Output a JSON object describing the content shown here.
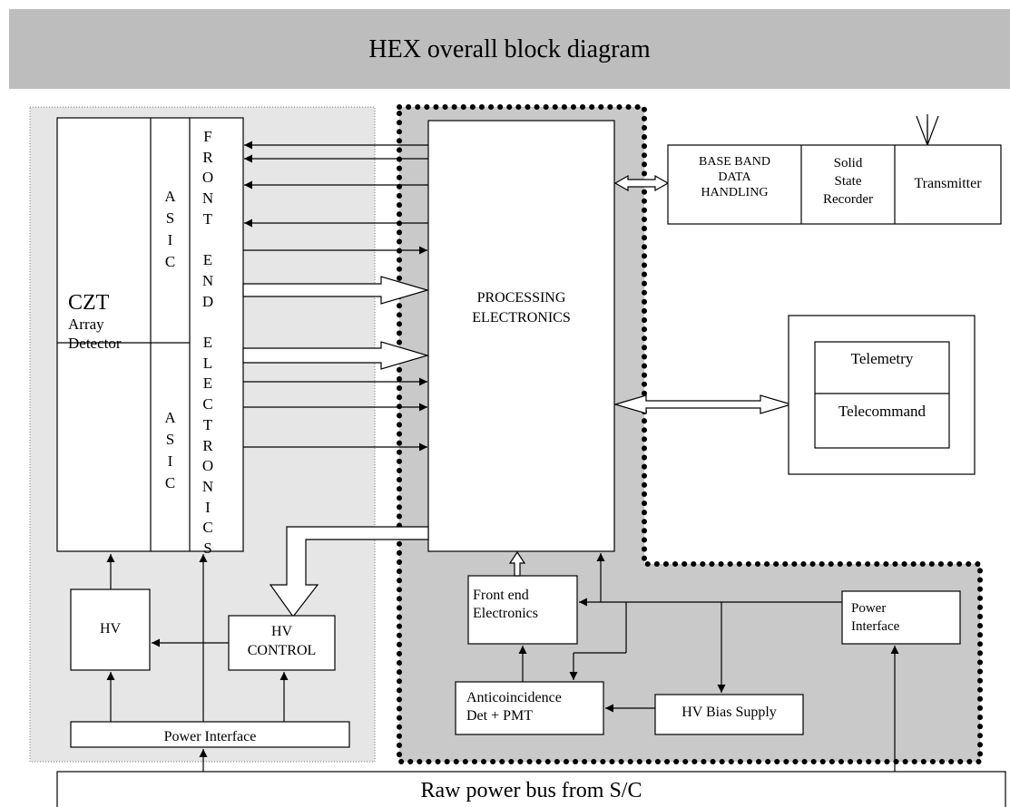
{
  "title": "HEX overall block diagram",
  "blocks": {
    "czt_title": "CZT",
    "czt_sub": "Array\nDetector",
    "asic_top": "A\nS\nI\nC",
    "asic_bottom": "A\nS\nI\nC",
    "front_end_col": "F\nR\nO\nN\nT\n\nE\nN\nD\n\nE\nL\nE\nC\nT\nR\nO\nN\nI\nC\nS",
    "hv": "HV",
    "hv_control": "HV\nCONTROL",
    "power_interface_left": "Power Interface",
    "processing": "PROCESSING\nELECTRONICS",
    "baseband": "BASE BAND\nDATA\nHANDLING",
    "ssr": "Solid\nState\nRecorder",
    "transmitter": "Transmitter",
    "telemetry": "Telemetry",
    "telecommand": "Telecommand",
    "front_end_electronics": "Front end\nElectronics",
    "anticoincidence": "Anticoincidence\nDet  +  PMT",
    "hv_bias": "HV Bias Supply",
    "power_interface_right": "Power\nInterface",
    "raw_power_bus": "Raw power bus from S/C"
  }
}
